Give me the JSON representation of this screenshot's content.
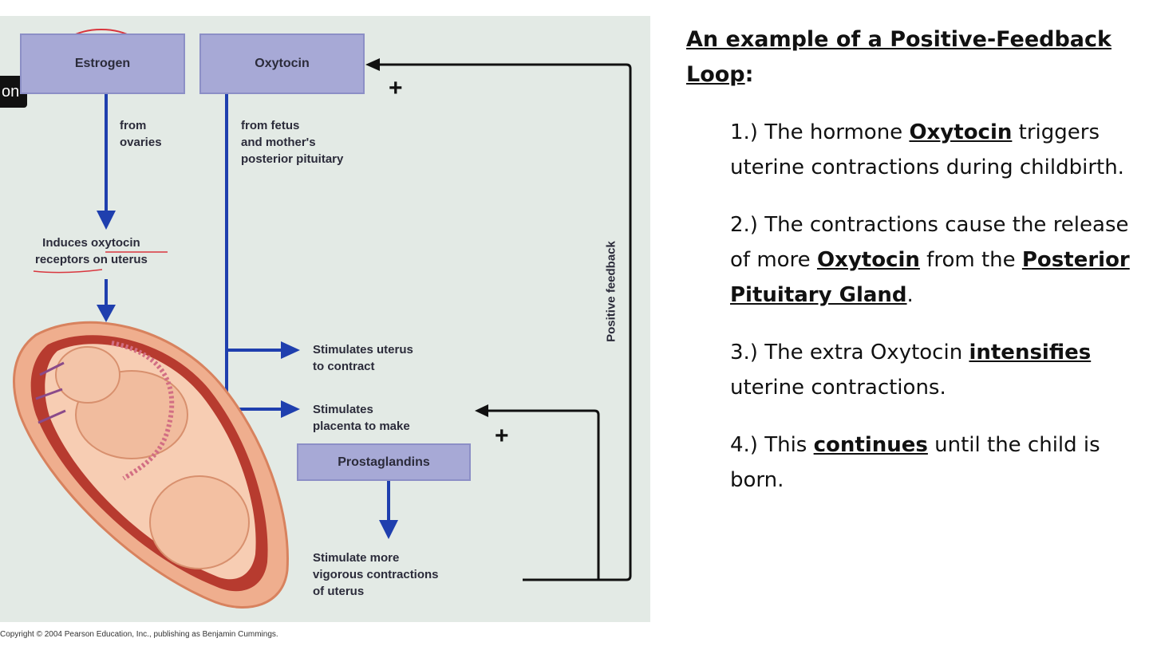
{
  "diagram": {
    "tab_text": "on",
    "boxes": {
      "estrogen": "Estrogen",
      "oxytocin": "Oxytocin",
      "prostaglandins": "Prostaglandins"
    },
    "labels": {
      "from_ovaries": [
        "from",
        "ovaries"
      ],
      "from_fetus": [
        "from fetus",
        "and mother's",
        "posterior pituitary"
      ],
      "induces": [
        "Induces oxytocin",
        "receptors on uterus"
      ],
      "stim_uterus": [
        "Stimulates uterus",
        "to contract"
      ],
      "stim_placenta": [
        "Stimulates",
        "placenta to make"
      ],
      "stim_more": [
        "Stimulate more",
        "vigorous contractions",
        "of uterus"
      ],
      "positive_feedback": "Positive feedback",
      "plus": "+"
    },
    "copyright": "Copyright © 2004 Pearson Education, Inc., publishing as Benjamin Cummings.",
    "colors": {
      "arrow_blue": "#1f3fae",
      "box_fill": "#a7a9d6",
      "panel_bg": "#e3eae5",
      "annotation_red": "#d9363e"
    }
  },
  "text": {
    "heading": "An example of a Positive-Feedback Loop",
    "heading_suffix": ":",
    "items": [
      {
        "pre": "1.) The hormone ",
        "bold": "Oxytocin",
        "post": " triggers uterine contractions during childbirth."
      },
      {
        "pre": "2.) The contractions cause the release of more ",
        "bold": "Oxytocin",
        "mid": " from the ",
        "bold2": "Posterior Pituitary Gland",
        "post": "."
      },
      {
        "pre": "3.) The extra Oxytocin ",
        "bold": "intensifies",
        "post": " uterine contractions."
      },
      {
        "pre": "4.) This ",
        "bold": "continues",
        "post": " until the child is born."
      }
    ]
  }
}
